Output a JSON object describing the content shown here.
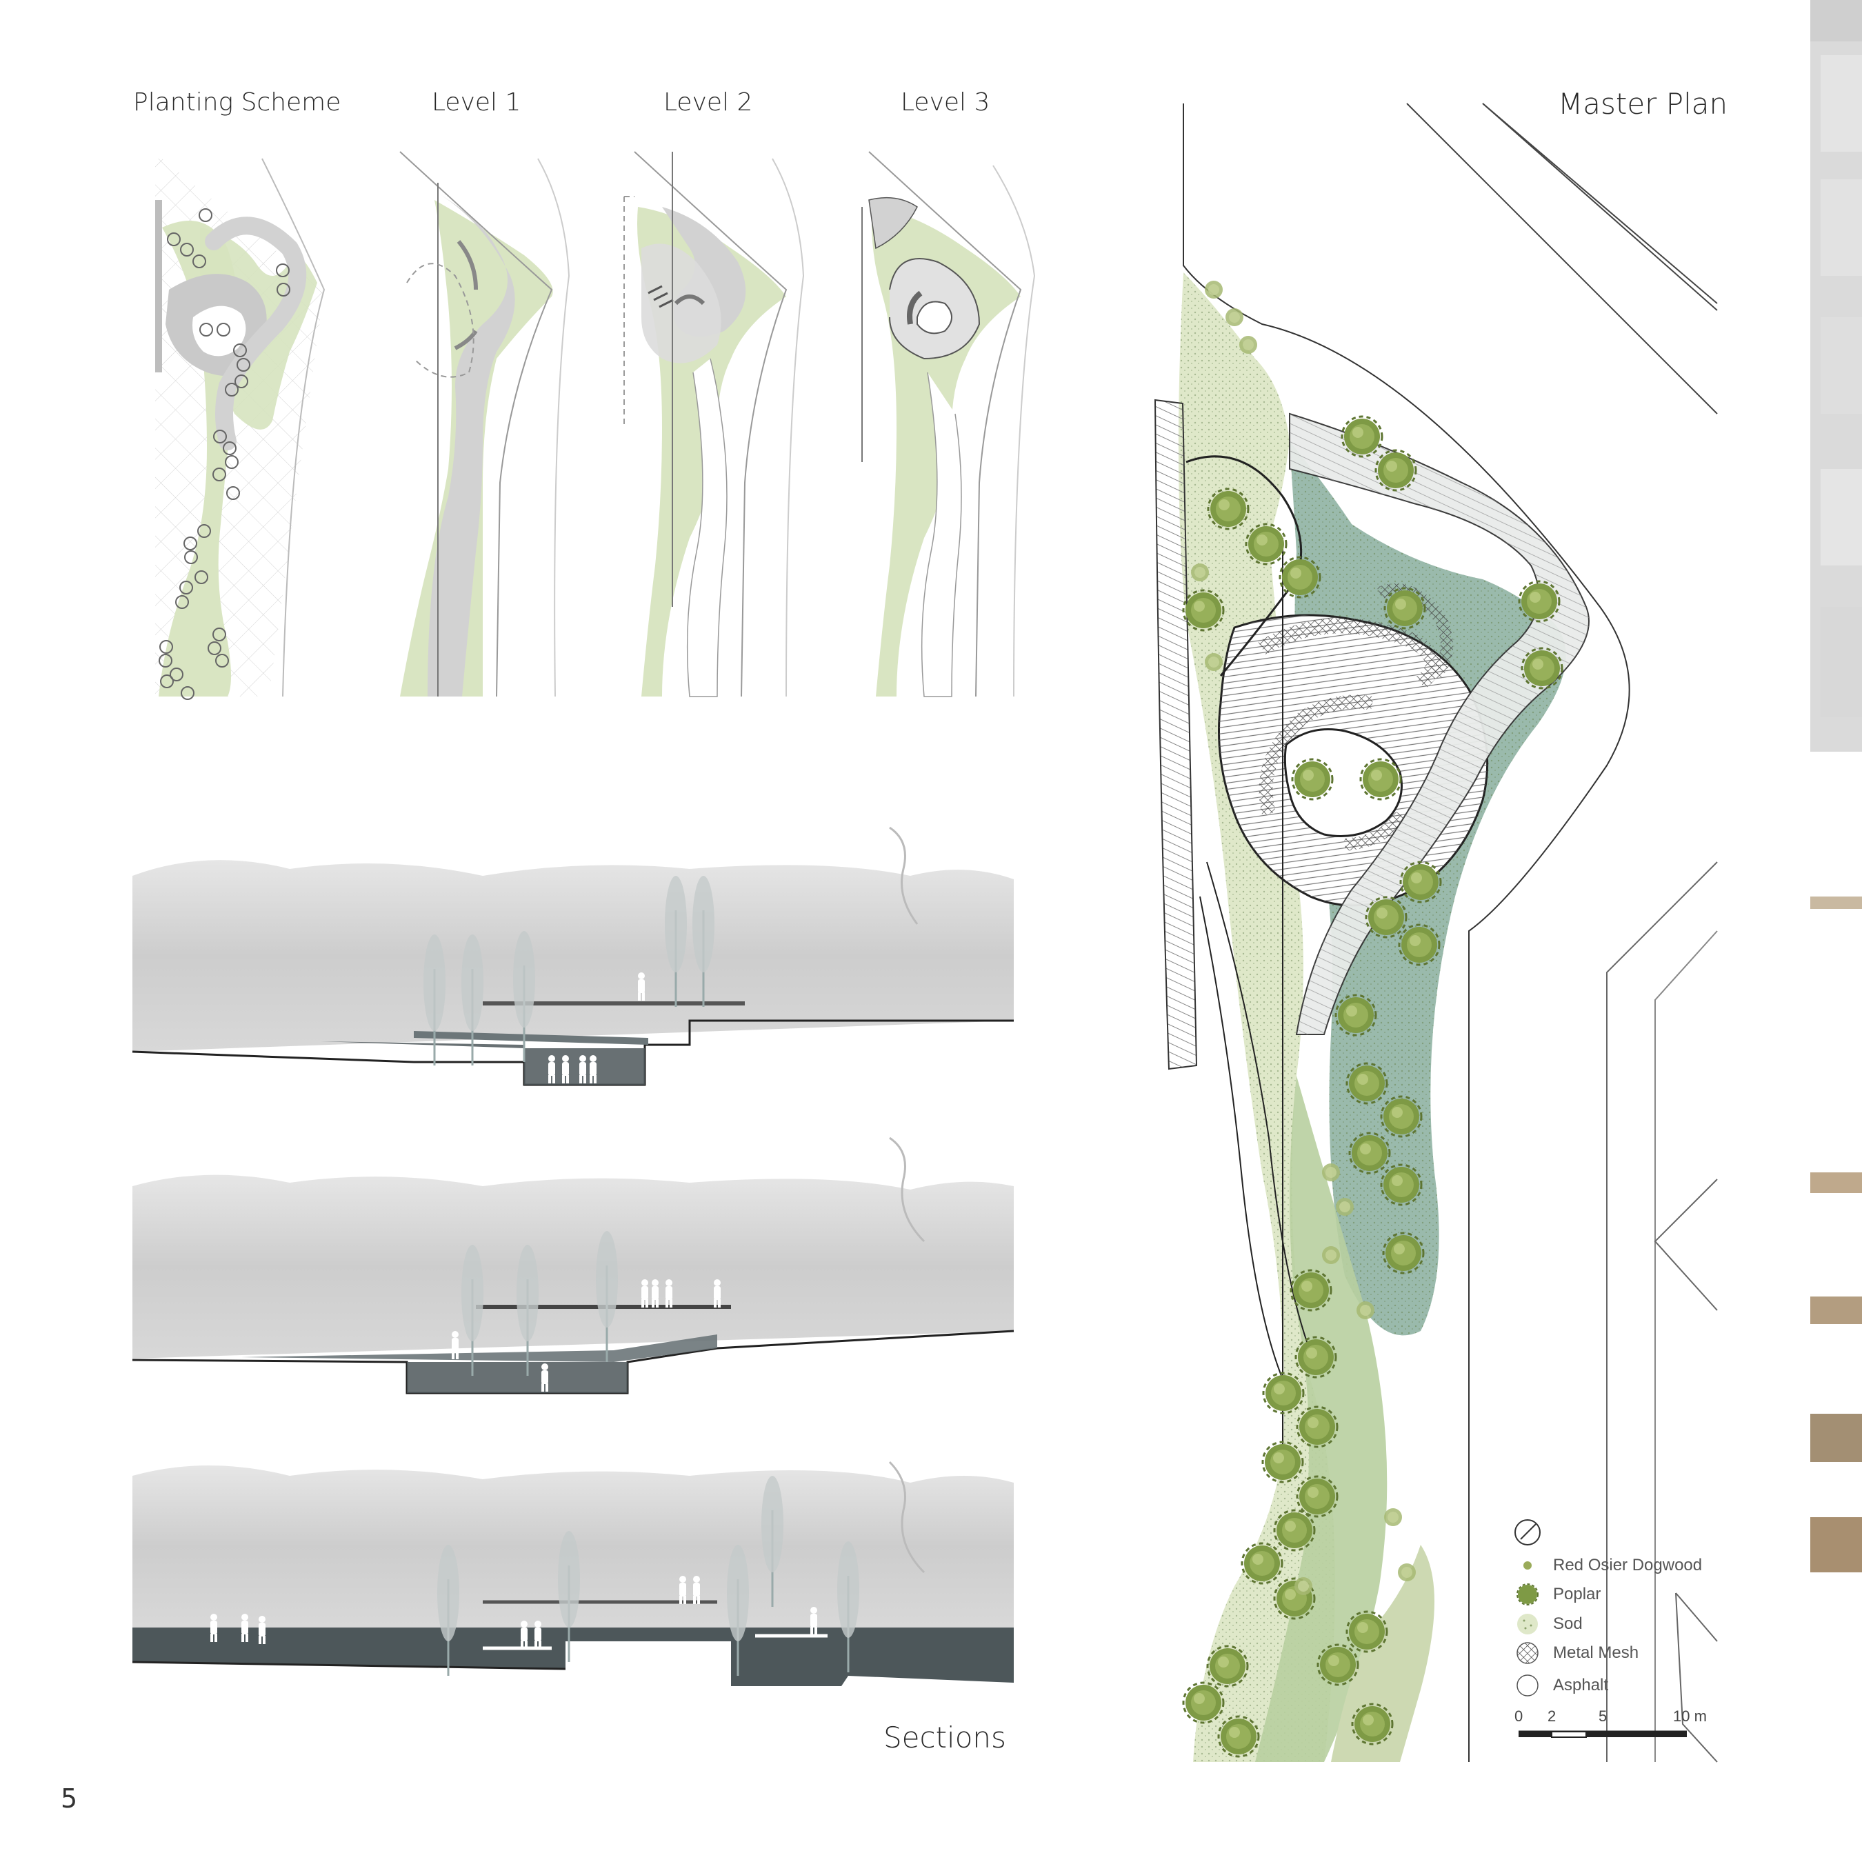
{
  "titles": {
    "planting": "Planting Scheme",
    "level1": "Level 1",
    "level2": "Level 2",
    "level3": "Level 3",
    "master": "Master Plan",
    "sections": "Sections"
  },
  "legend": {
    "items": [
      {
        "label": "Red Osier Dogwood",
        "icon": "dogwood-icon",
        "color": "#9aab5a"
      },
      {
        "label": "Poplar",
        "icon": "poplar-icon",
        "color": "#7e9a45"
      },
      {
        "label": "Sod",
        "icon": "sod-icon",
        "color": "#dfe8c9"
      },
      {
        "label": "Metal Mesh",
        "icon": "mesh-icon",
        "color": "#777777"
      },
      {
        "label": "Asphalt",
        "icon": "asphalt-icon",
        "color": "#ffffff"
      }
    ],
    "scale": {
      "ticks": [
        "0",
        "2",
        "5",
        "10 m"
      ]
    }
  },
  "page": {
    "number": "5"
  },
  "colors": {
    "sod": "#d9e5c2",
    "path": "#d3d3d3",
    "teal": "#8fb3a3",
    "tree": "#7e9a45",
    "section_dark": "#4d575a",
    "fog": "#cfcfcf"
  }
}
